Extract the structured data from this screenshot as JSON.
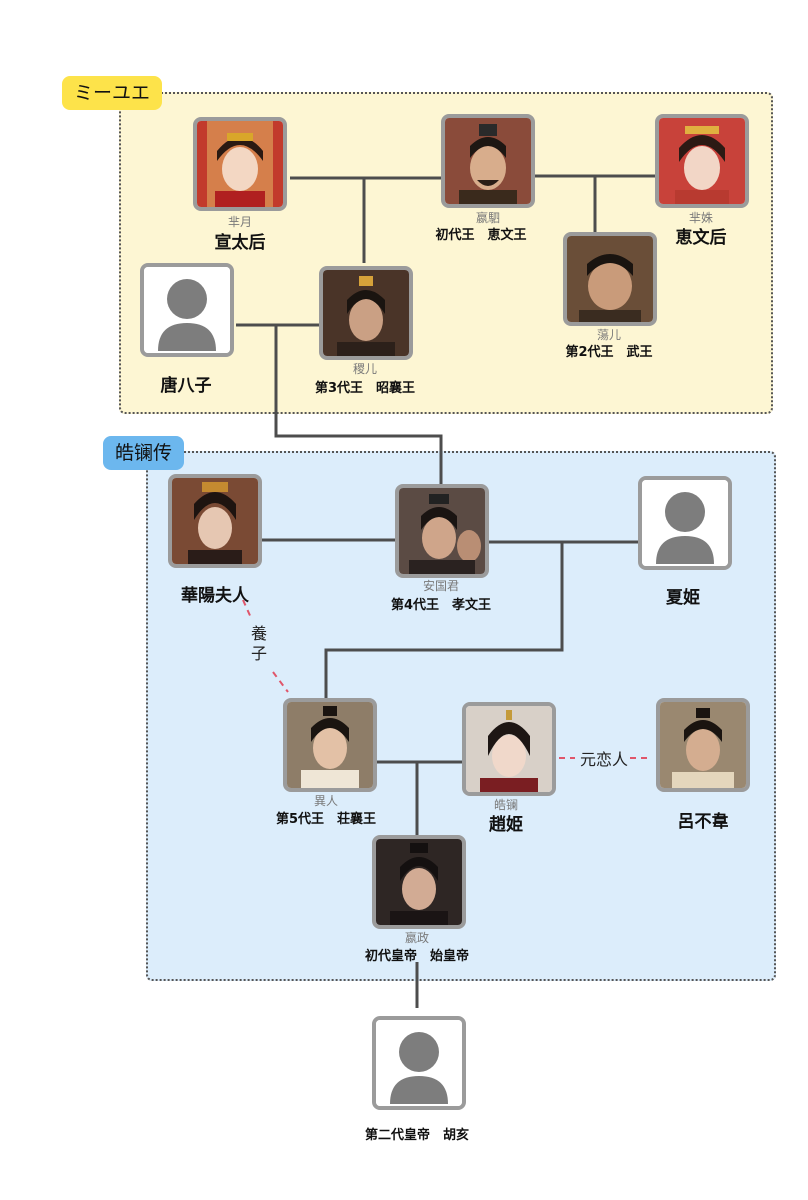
{
  "sections": {
    "top_label": "ミーユエ",
    "bottom_label": "皓镧传"
  },
  "people": {
    "xuan": {
      "sub": "芈月",
      "name": "宣太后"
    },
    "ji": {
      "sub": "嬴駟",
      "name": "初代王　恵文王"
    },
    "huiwen": {
      "sub": "芈姝",
      "name": "恵文后"
    },
    "tang": {
      "name": "唐八子"
    },
    "ji2": {
      "sub": "稷儿",
      "name": "第3代王　昭襄王"
    },
    "dang": {
      "sub": "蕩儿",
      "name": "第2代王　武王"
    },
    "huayang": {
      "name": "華陽夫人"
    },
    "anguo": {
      "sub": "安国君",
      "name": "第4代王　孝文王"
    },
    "xia": {
      "name": "夏姫"
    },
    "yiren": {
      "sub": "異人",
      "name": "第5代王　荘襄王"
    },
    "zhao": {
      "sub": "皓镧",
      "name": "趙姫"
    },
    "lv": {
      "name": "呂不韋"
    },
    "zheng": {
      "sub": "嬴政",
      "name": "初代皇帝　始皇帝"
    },
    "huhai": {
      "name": "第二代皇帝　胡亥"
    }
  },
  "relations": {
    "adopted": "養子",
    "former_lover": "元恋人"
  },
  "colors": {
    "line": "#4d4d4d",
    "dashed": "#e0566a",
    "frame": "#9b9b9b",
    "placeholder": "#7d7d7d"
  }
}
